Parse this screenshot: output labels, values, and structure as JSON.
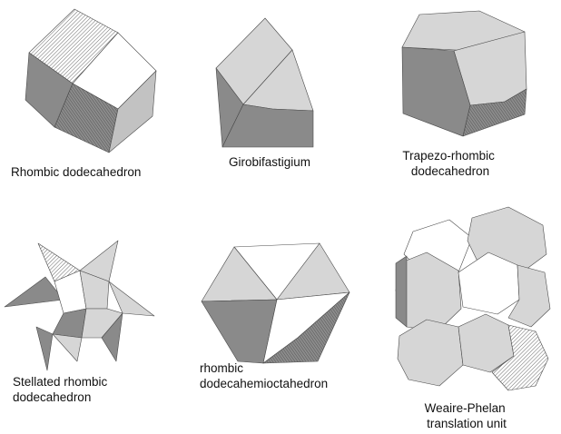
{
  "colors": {
    "white_face": "#ffffff",
    "light_face": "#d6d6d6",
    "mid_face": "#c2c2c2",
    "dark_face": "#8a8a8a",
    "hatch_face": "#9e9e9e",
    "edge": "#4a4a4a",
    "caption_text": "#111111"
  },
  "figures": [
    {
      "shape": "rhombic-dodecahedron",
      "caption_lines": [
        "Rhombic dodecahedron"
      ]
    },
    {
      "shape": "girobifastigium",
      "caption_lines": [
        "Girobifastigium"
      ]
    },
    {
      "shape": "trapezo-rhombic-dodecahedron",
      "caption_lines": [
        "Trapezo-rhombic",
        "dodecahedron"
      ]
    },
    {
      "shape": "stellated-rhombic-dodecahedron",
      "caption_lines": [
        "Stellated rhombic",
        "dodecahedron"
      ]
    },
    {
      "shape": "rhombic-dodecahemioctahedron",
      "caption_lines": [
        "rhombic",
        "dodecahemioctahedron"
      ]
    },
    {
      "shape": "weaire-phelan-translation-unit",
      "caption_lines": [
        "Weaire-Phelan",
        "translation unit"
      ]
    }
  ]
}
